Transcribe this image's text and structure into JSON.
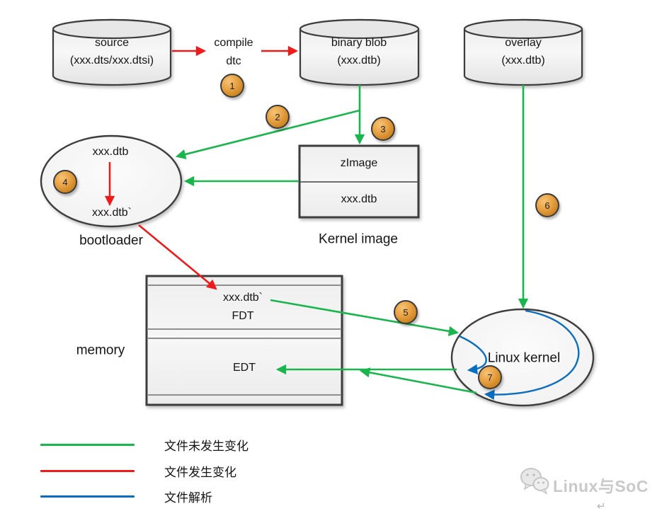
{
  "nodes": {
    "source": {
      "line1": "source",
      "line2": "(xxx.dts/xxx.dtsi)"
    },
    "compile": {
      "line1": "compile",
      "line2": "dtc"
    },
    "binary_blob": {
      "line1": "binary blob",
      "line2": "(xxx.dtb)"
    },
    "overlay": {
      "line1": "overlay",
      "line2": "(xxx.dtb)"
    },
    "bootloader": {
      "top": "xxx.dtb",
      "bottom": "xxx.dtb`",
      "label": "bootloader"
    },
    "kernel_image": {
      "top": "zImage",
      "bottom": "xxx.dtb",
      "label": "Kernel image"
    },
    "memory": {
      "file": "xxx.dtb`",
      "fdt": "FDT",
      "edt": "EDT",
      "label": "memory"
    },
    "linux_kernel": {
      "label": "Linux kernel"
    }
  },
  "badges": [
    "1",
    "2",
    "3",
    "4",
    "5",
    "6",
    "7"
  ],
  "legend": [
    {
      "color": "#1ab54d",
      "label": "文件未发生变化"
    },
    {
      "color": "#ef1b1b",
      "label": "文件发生变化"
    },
    {
      "color": "#0b6dbf",
      "label": "文件解析"
    }
  ],
  "colors": {
    "flow_unchanged": "#1ab54d",
    "flow_changed": "#ef1b1b",
    "flow_parse": "#0b6dbf",
    "badge_fill": "#e09a3e",
    "shape_fill": "#f2f2f2",
    "shape_stroke": "#3c3c3c"
  },
  "watermark": {
    "text": "Linux与SoC",
    "icon": "wechat-icon",
    "return_mark": "↵"
  }
}
